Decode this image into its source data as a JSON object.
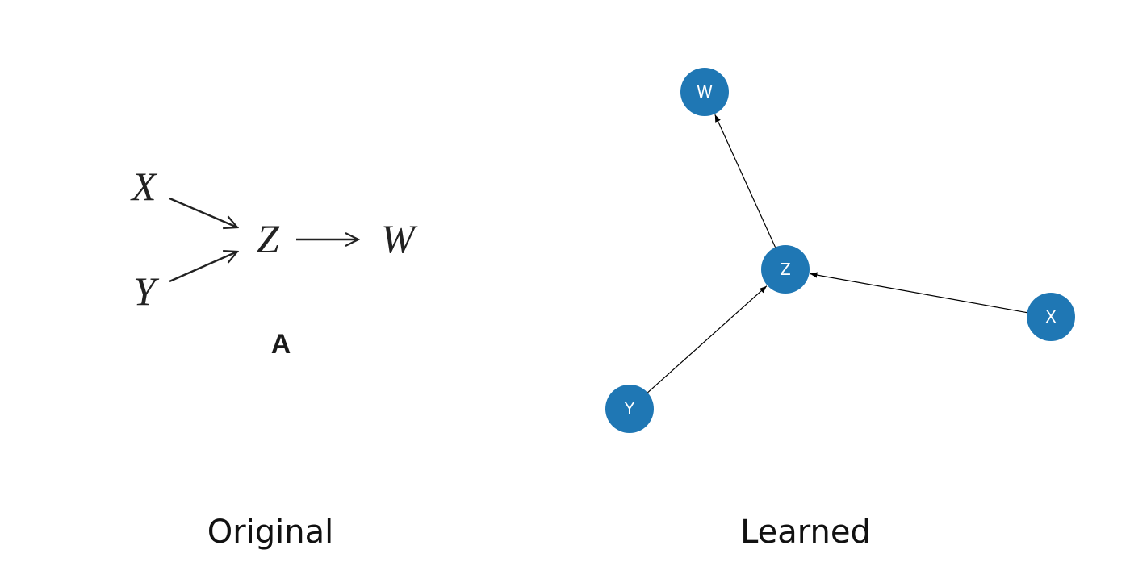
{
  "original": {
    "nodes": [
      {
        "id": "X",
        "label": "X"
      },
      {
        "id": "Y",
        "label": "Y"
      },
      {
        "id": "Z",
        "label": "Z"
      },
      {
        "id": "W",
        "label": "W"
      }
    ],
    "edges": [
      {
        "from": "X",
        "to": "Z"
      },
      {
        "from": "Y",
        "to": "Z"
      },
      {
        "from": "Z",
        "to": "W"
      }
    ],
    "caption": "A",
    "panel_label": "Original"
  },
  "learned": {
    "node_color": "#1f77b4",
    "nodes": [
      {
        "id": "W",
        "label": "W"
      },
      {
        "id": "Z",
        "label": "Z"
      },
      {
        "id": "X",
        "label": "X"
      },
      {
        "id": "Y",
        "label": "Y"
      }
    ],
    "edges": [
      {
        "from": "Z",
        "to": "W"
      },
      {
        "from": "X",
        "to": "Z"
      },
      {
        "from": "Y",
        "to": "Z"
      }
    ],
    "panel_label": "Learned"
  }
}
